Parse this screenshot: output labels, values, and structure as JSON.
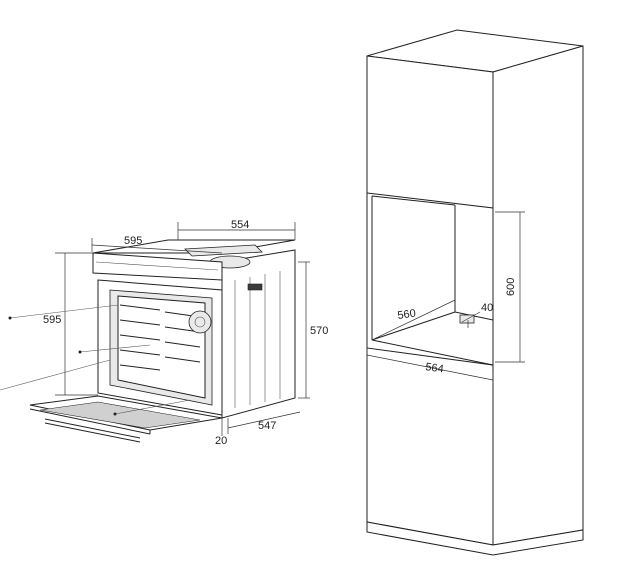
{
  "oven": {
    "width_label": "554",
    "front_width_label": "595",
    "front_height_label": "595",
    "height_label": "570",
    "depth_label": "547",
    "door_gap_label": "20"
  },
  "niche": {
    "height_label": "600",
    "inner_depth_label": "560",
    "vent_label": "40",
    "width_label": "564"
  }
}
